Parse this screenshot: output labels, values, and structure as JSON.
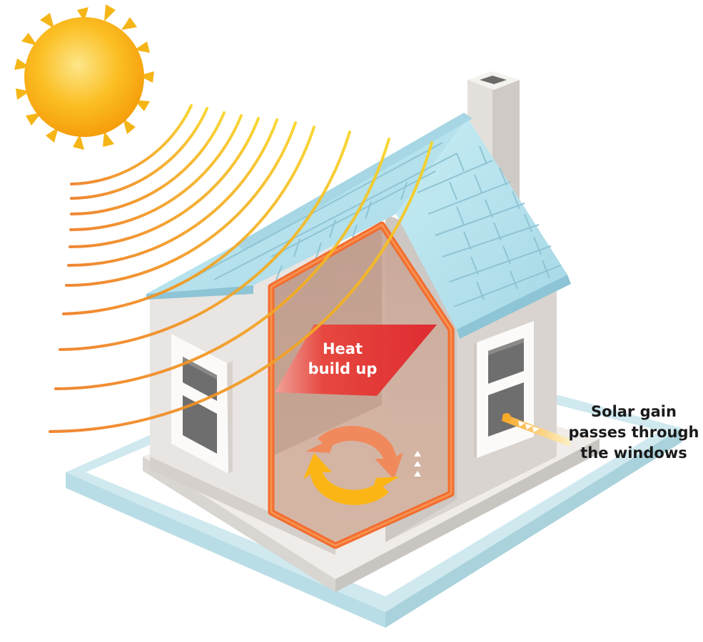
{
  "labels": {
    "heat_line1": "Heat",
    "heat_line2": "build up",
    "solar_line1": "Solar gain",
    "solar_line2": "passes through",
    "solar_line3": "the windows"
  },
  "colors": {
    "sun_core": "#fbbf24",
    "sun_ray": "#f5b516",
    "wave_start": "#f9d423",
    "wave_end": "#ef7d22",
    "roof_tile": "#b7e3ef",
    "wall": "#e8e4e1",
    "heat_outline": "#f26d2f",
    "heat_banner": "#e0242b",
    "cycle_orange": "#f08a5d",
    "cycle_yellow": "#fbb616"
  },
  "icons": {
    "sun": "sun-icon",
    "cycle": "circulation-arrows-icon",
    "rising_heat": "rising-arrows-icon",
    "solar_beam": "solar-beam-icon"
  }
}
